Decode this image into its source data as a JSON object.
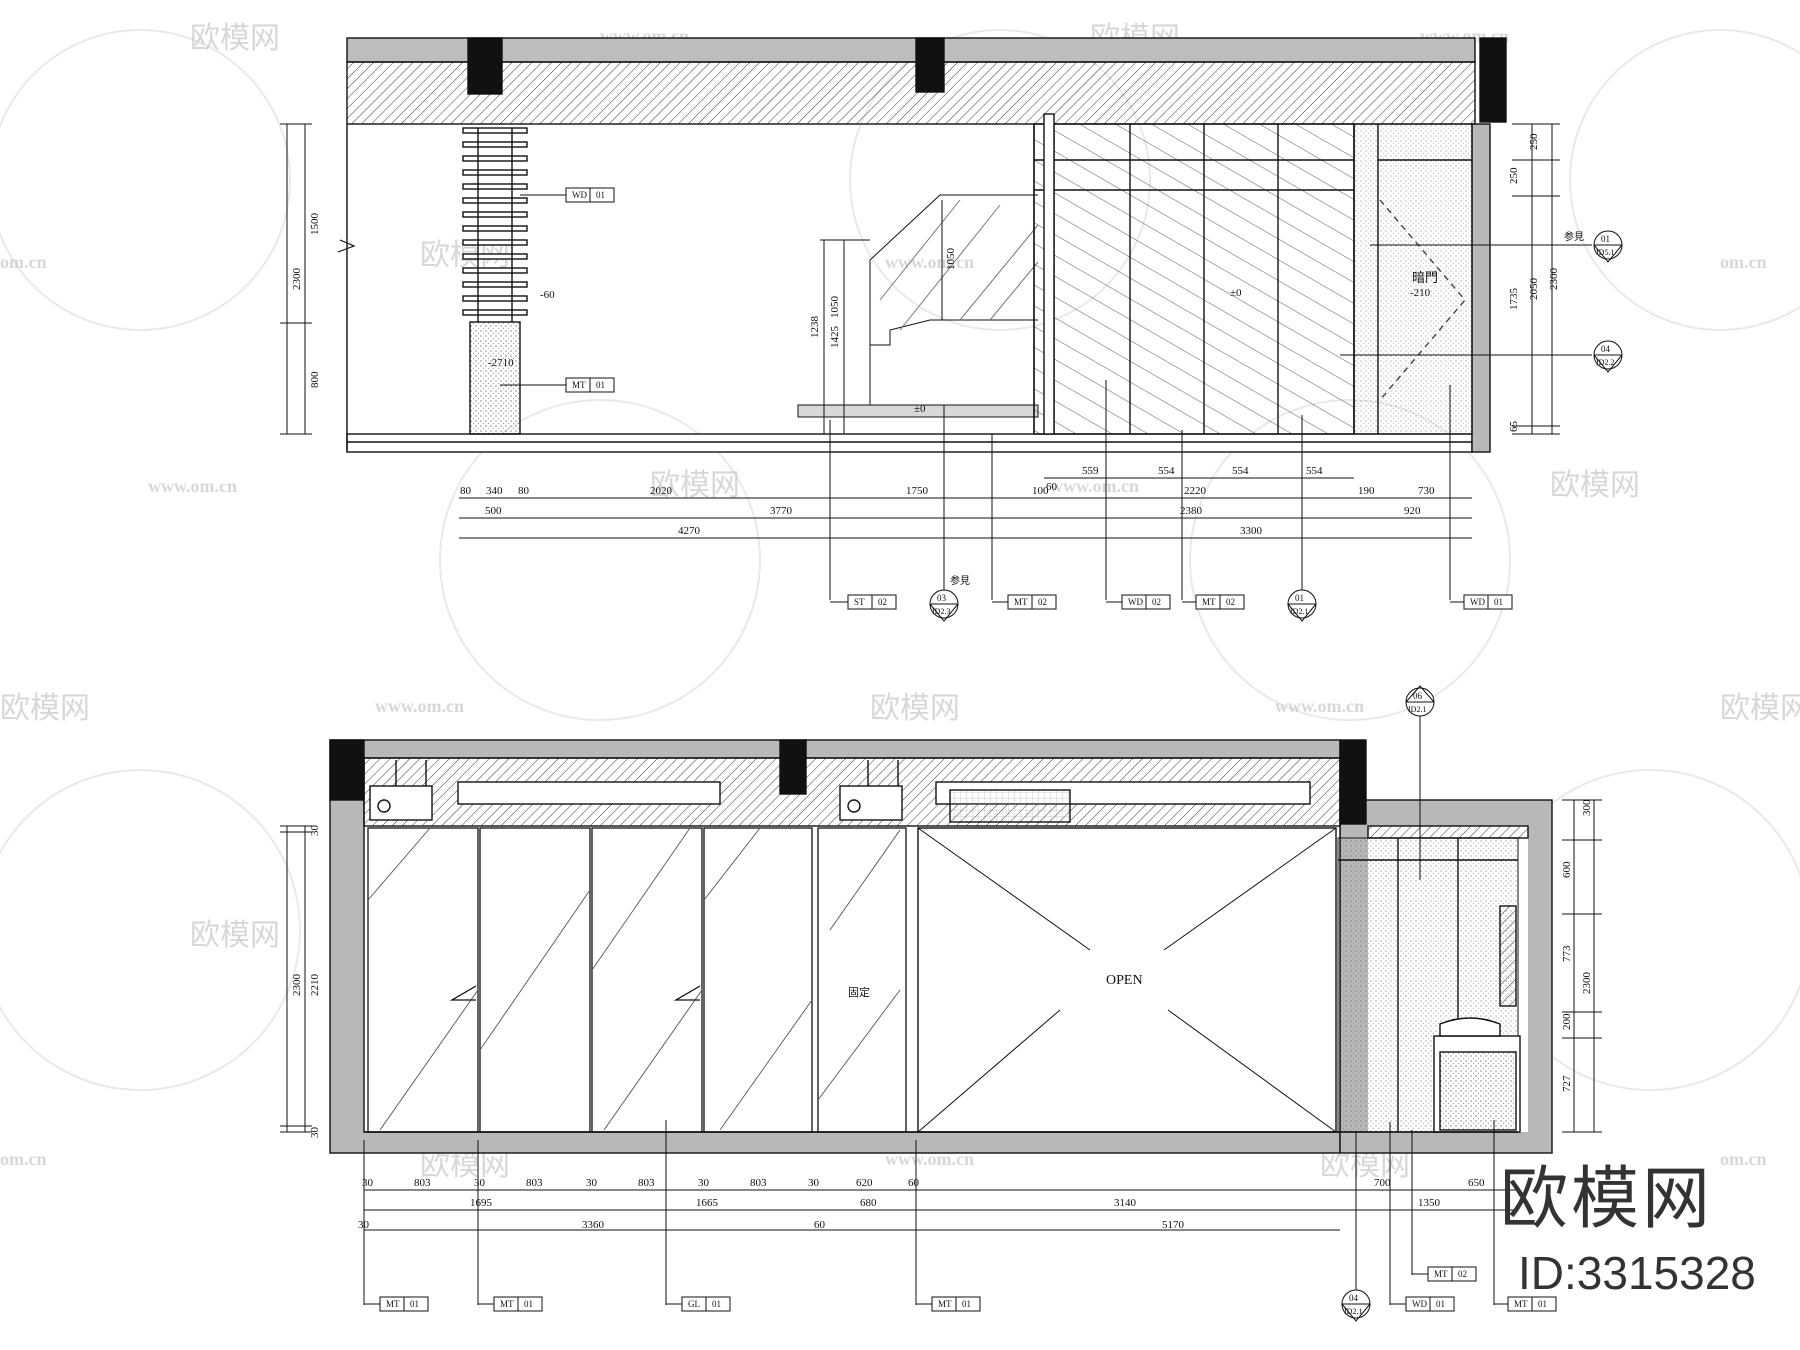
{
  "watermark": {
    "brand": "欧模网",
    "url": "www.om.cn",
    "url_short": "om.cn",
    "brand_big": "欧模网",
    "id_label": "ID:3315328"
  },
  "top": {
    "dims_row1": [
      "80",
      "340",
      "80",
      "2020",
      "1750",
      "100",
      "60",
      "2220",
      "190",
      "730"
    ],
    "dims_row0": [
      "559",
      "554",
      "554",
      "554"
    ],
    "dims_row2": [
      "500",
      "3770",
      "2380",
      "920"
    ],
    "dims_row3": [
      "4270",
      "3300"
    ],
    "left_dims": [
      "2300",
      "1500",
      "800"
    ],
    "stair_dims": [
      "1238",
      "1425",
      "1050",
      "1050"
    ],
    "right_dims": [
      "250",
      "250",
      "2050",
      "1735",
      "65",
      "2300"
    ],
    "inline_tags": [
      {
        "code": "WD",
        "num": "01"
      },
      {
        "code": "MT",
        "num": "01"
      }
    ],
    "inline_levels": [
      "-60",
      "-2710",
      "±0",
      "±0",
      "-210"
    ],
    "door_label": "暗門",
    "see_ref": "参見",
    "sections": [
      {
        "num": "01",
        "sheet": "ID5.1"
      },
      {
        "num": "04",
        "sheet": "ID2.2"
      },
      {
        "num": "03",
        "sheet": "ID2.3"
      },
      {
        "num": "01",
        "sheet": "ID2.1"
      }
    ],
    "bottom_tags": [
      {
        "code": "ST",
        "num": "02"
      },
      {
        "code": "MT",
        "num": "02"
      },
      {
        "code": "WD",
        "num": "02"
      },
      {
        "code": "MT",
        "num": "02"
      },
      {
        "code": "WD",
        "num": "01"
      }
    ]
  },
  "bottom": {
    "dims_row1": [
      "30",
      "803",
      "30",
      "803",
      "30",
      "803",
      "30",
      "803",
      "30",
      "620",
      "60",
      "700",
      "650"
    ],
    "dims_row2": [
      "1695",
      "1665",
      "680",
      "3140",
      "1350"
    ],
    "dims_row3": [
      "30",
      "3360",
      "60",
      "5170"
    ],
    "left_dims": [
      "2300",
      "2210",
      "30",
      "30"
    ],
    "right_dims": [
      "300",
      "600",
      "773",
      "200",
      "727",
      "2300"
    ],
    "open_label": "OPEN",
    "fixed_label": "固定",
    "sections": [
      {
        "num": "06",
        "sheet": "ID2.1"
      },
      {
        "num": "04",
        "sheet": "ID2.1"
      }
    ],
    "bottom_tags": [
      {
        "code": "MT",
        "num": "01"
      },
      {
        "code": "MT",
        "num": "01"
      },
      {
        "code": "GL",
        "num": "01"
      },
      {
        "code": "MT",
        "num": "01"
      },
      {
        "code": "WD",
        "num": "01"
      },
      {
        "code": "MT",
        "num": "01"
      },
      {
        "code": "MT",
        "num": "02"
      }
    ]
  }
}
